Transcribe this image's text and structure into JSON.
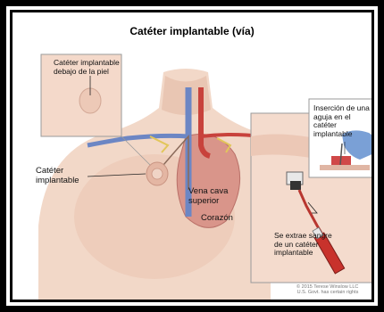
{
  "title": "Catéter implantable (vía)",
  "labels": {
    "inset_skin": [
      "Catéter implantable",
      "debajo de la piel"
    ],
    "main_catheter": [
      "Catéter",
      "implantable"
    ],
    "vena_cava": [
      "Vena cava",
      "superior"
    ],
    "heart": "Corazón",
    "needle": [
      "Inserción de una",
      "aguja en el",
      "catéter",
      "implantable"
    ],
    "blood": [
      "Se extrae sangre",
      "de un catéter",
      "implantable"
    ]
  },
  "credit": [
    "© 2015 Terese Winslow LLC",
    "U.S. Govt. has certain rights"
  ]
}
